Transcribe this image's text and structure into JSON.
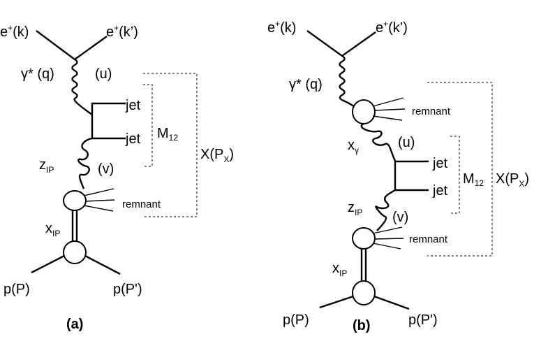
{
  "diagram_a": {
    "caption": "(a)",
    "electron_in": "e",
    "electron_in_charge": "+",
    "electron_in_arg": "(k)",
    "electron_out": "e",
    "electron_out_charge": "+",
    "electron_out_arg": "(k’)",
    "photon": "γ* (q)",
    "photon_quark": "(u)",
    "jet1": "jet",
    "jet2": "jet",
    "mass": "M",
    "mass_sub": "12",
    "system": "X(P",
    "system_sub": "X",
    "system_close": ")",
    "z_pom": "z",
    "z_pom_sub": "IP",
    "gluon": "(v)",
    "remnant": "remnant",
    "x_pom": "x",
    "x_pom_sub": "IP",
    "proton_in": "p(P)",
    "proton_out": "p(P')"
  },
  "diagram_b": {
    "caption": "(b)",
    "electron_in": "e",
    "electron_in_charge": "+",
    "electron_in_arg": "(k)",
    "electron_out": "e",
    "electron_out_charge": "+",
    "electron_out_arg": "(k’)",
    "photon": "γ* (q)",
    "photon_remnant": "remnant",
    "x_gamma": "x",
    "x_gamma_sub": "γ",
    "photon_quark": "(u)",
    "jet1": "jet",
    "jet2": "jet",
    "mass": "M",
    "mass_sub": "12",
    "system": "X(P",
    "system_sub": "X",
    "system_close": ")",
    "z_pom": "z",
    "z_pom_sub": "IP",
    "gluon": "(v)",
    "remnant": "remnant",
    "x_pom": "x",
    "x_pom_sub": "IP",
    "proton_in": "p(P)",
    "proton_out": "p(P')"
  }
}
